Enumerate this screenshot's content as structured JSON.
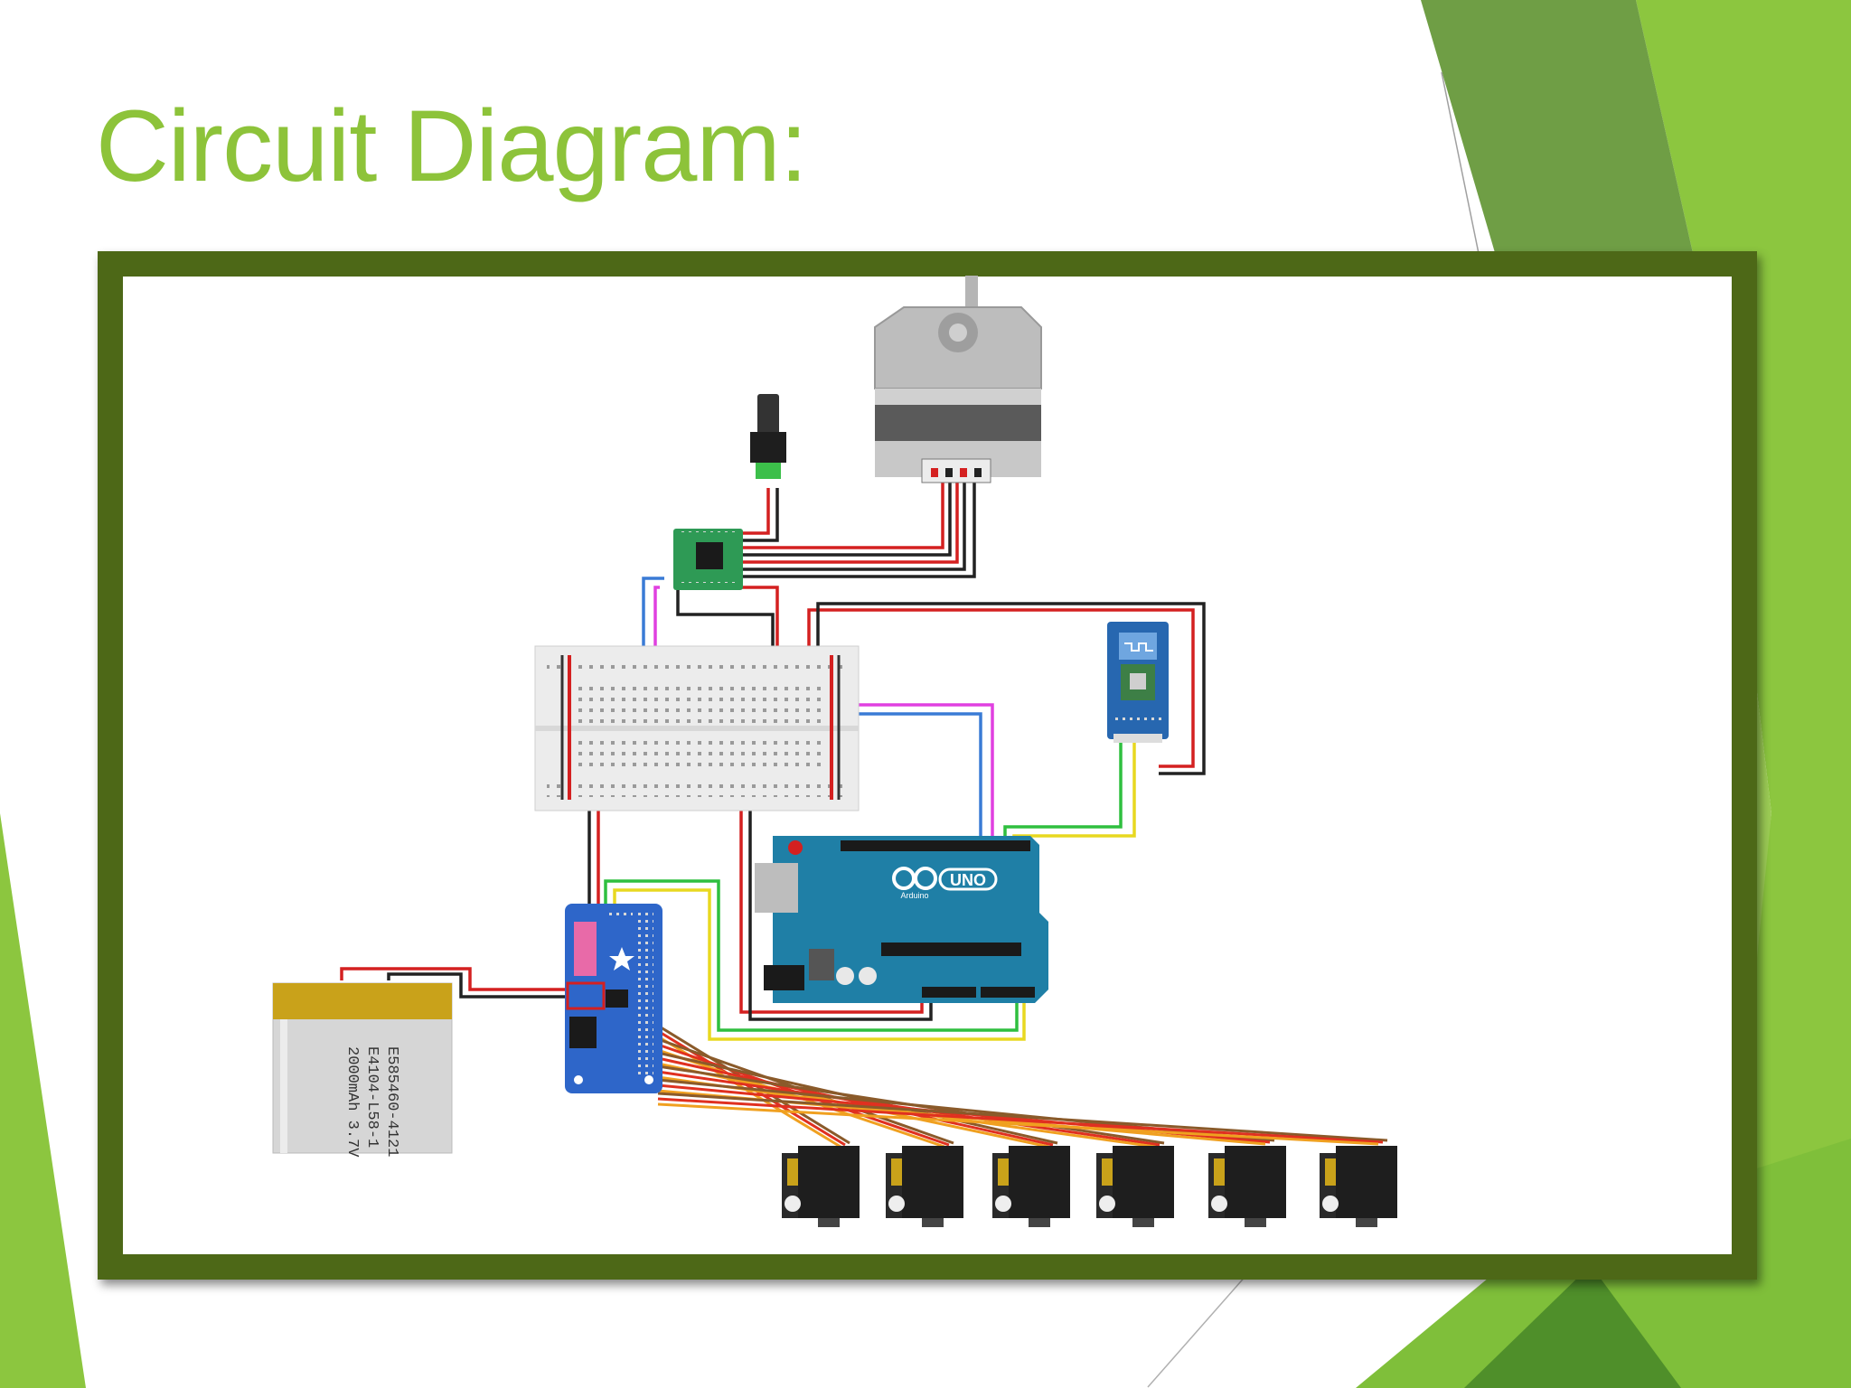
{
  "slide": {
    "title": "Circuit Diagram:",
    "colors": {
      "title": "#8dc33a",
      "frame": "#4d6817",
      "accent_light": "#8cc63f",
      "accent_dark": "#4f8f2a"
    }
  },
  "diagram": {
    "battery": {
      "line1": "E585460-4121",
      "line2": "E4104-L58-1",
      "line3": "2000mAh 3.7V"
    },
    "arduino": {
      "label": "UNO",
      "brand": "Arduino"
    },
    "components": {
      "stepper_motor": "stepper-motor",
      "power_jack": "dc-power-jack",
      "driver": "stepper-driver-board",
      "breadboard": "breadboard",
      "bluetooth": "bluetooth-module",
      "pwm_driver": "servo-pwm-driver",
      "servo_count": 6
    }
  }
}
